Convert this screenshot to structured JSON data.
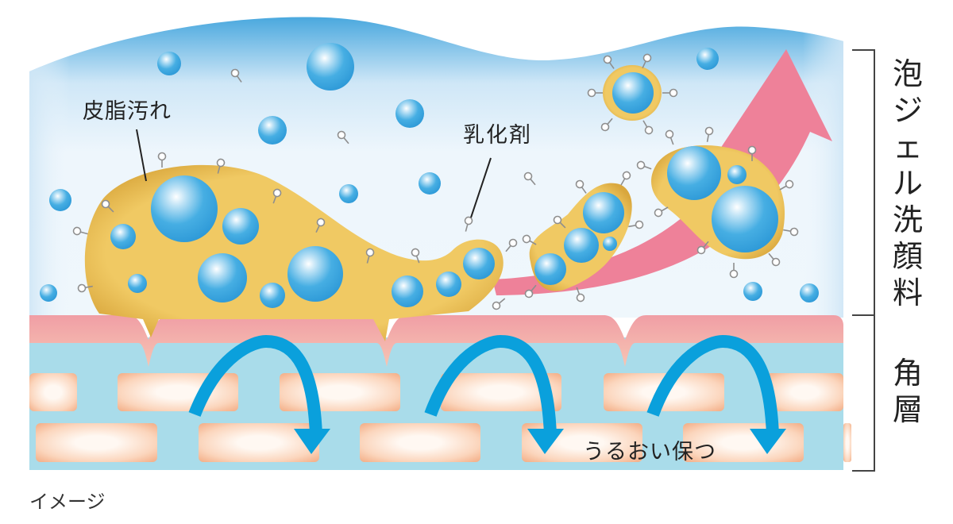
{
  "labels": {
    "sebum_dirt": "皮脂汚れ",
    "emulsifier": "乳化剤",
    "keep_moisture": "うるおい保つ",
    "image_note": "イメージ"
  },
  "brackets": {
    "foam_gel_cleanser": "泡ジェル洗顔料",
    "stratum_corneum": "角層"
  },
  "colors": {
    "foam_top": "#4aa8de",
    "foam_bg": "#eef6fc",
    "oil": "#eec662",
    "oil_edge": "#d9a83c",
    "bubble": "#3fa9e0",
    "pink_arrow": "#ee8199",
    "skin_pink": "#f2a3a6",
    "stratum_blue": "#a9dcea",
    "brick": "#f5b48c",
    "moisture_arrow": "#0aa0dc",
    "bracket": "#444444"
  },
  "icons": {
    "oil-droplet": "yellow blob with blue spheres",
    "emulsifier-molecule": "small ring with stem",
    "rising-arrow": "pink curved arrow",
    "moisture-arrow": "blue curved arrow"
  }
}
